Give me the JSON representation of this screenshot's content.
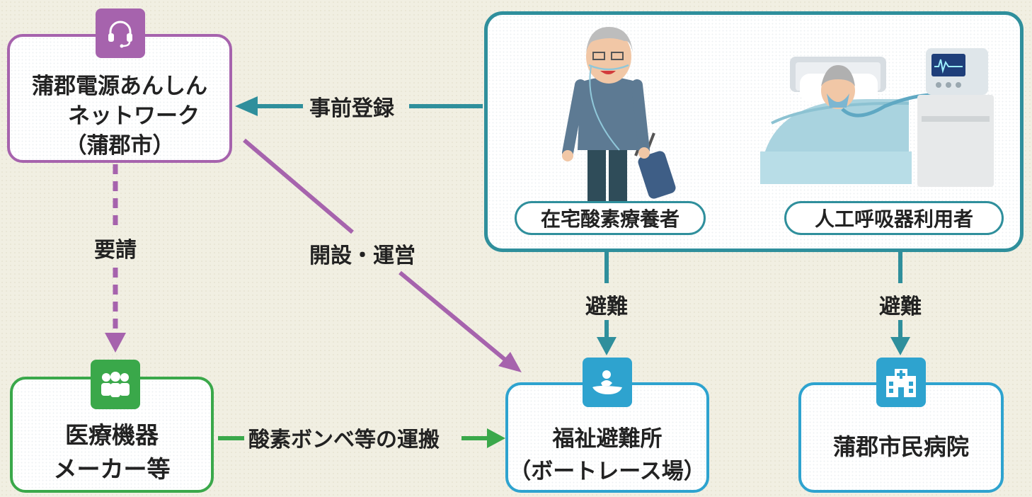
{
  "nodes": {
    "anshin_network": {
      "line1": "蒲郡電源あんしん",
      "line2": "ネットワーク",
      "line3": "（蒲郡市）"
    },
    "manufacturer": {
      "line1": "医療機器",
      "line2": "メーカー等"
    },
    "shelter": {
      "line1": "福祉避難所",
      "line2": "（ボートレース場）"
    },
    "hospital": {
      "line1": "蒲郡市民病院"
    }
  },
  "users": {
    "oxygen_patient": "在宅酸素療養者",
    "ventilator_user": "人工呼吸器利用者"
  },
  "edges": {
    "pre_registration": "事前登録",
    "request": "要請",
    "establish_operate": "開設・運営",
    "transport": "酸素ボンベ等の運搬",
    "evacuate_shelter": "避難",
    "evacuate_hospital": "避難"
  },
  "colors": {
    "purple": "#a663ad",
    "green": "#3aa84a",
    "blue": "#2ea3cf",
    "teal": "#2f8f9c"
  },
  "icons": [
    "headset-icon",
    "group-icon",
    "boat-icon",
    "hospital-icon"
  ]
}
